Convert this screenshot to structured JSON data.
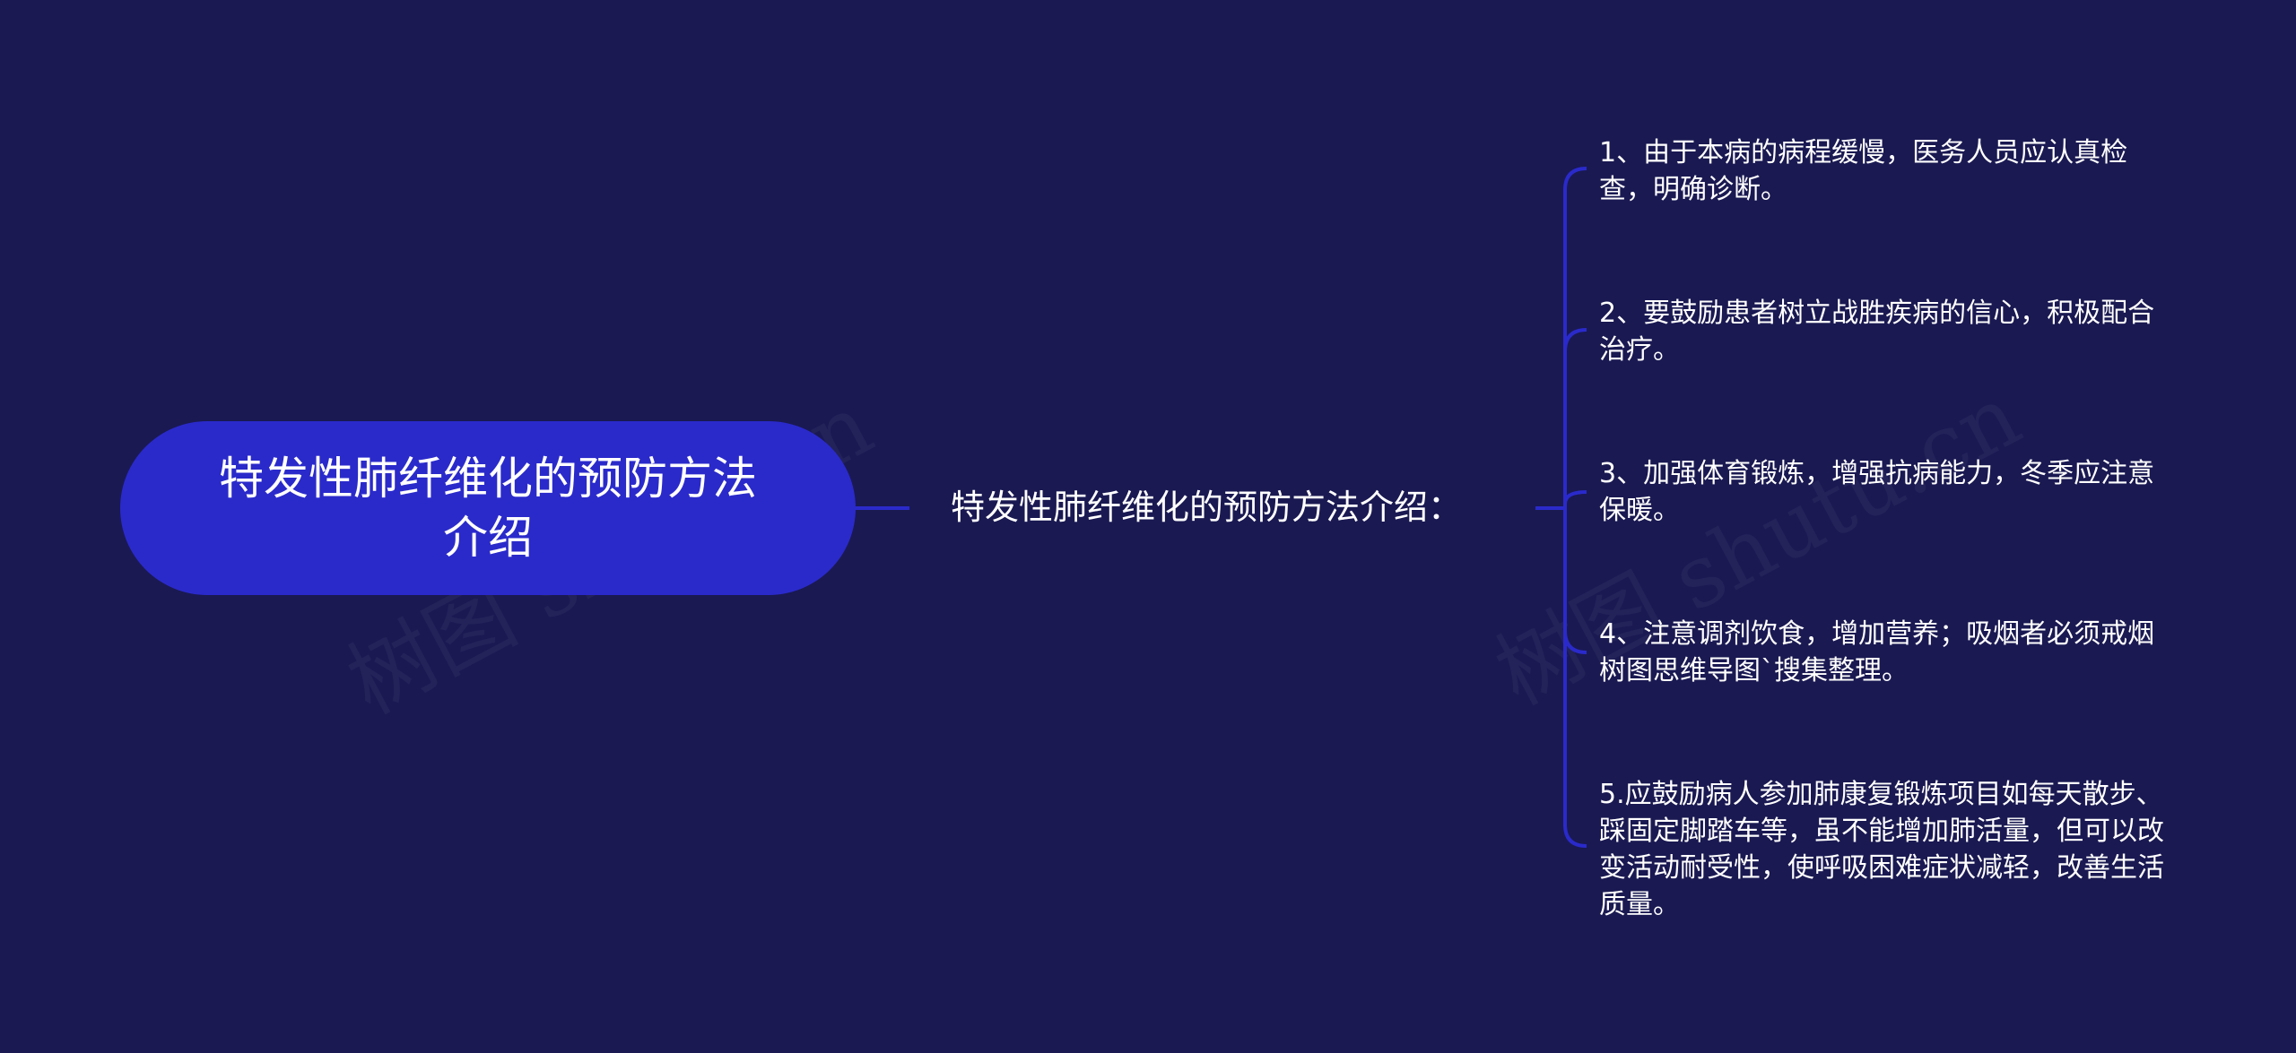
{
  "diagram": {
    "type": "mind-map",
    "colors": {
      "background": "#1a1952",
      "root_fill": "#2a2acb",
      "connector": "#2a2acb",
      "text": "#ffffff"
    },
    "root": {
      "label": "特发性肺纤维化的预防方法介绍"
    },
    "branch": {
      "label": "特发性肺纤维化的预防方法介绍："
    },
    "leaves": [
      {
        "label": "1、由于本病的病程缓慢，医务人员应认真检查，明确诊断。"
      },
      {
        "label": "2、要鼓励患者树立战胜疾病的信心，积极配合治疗。"
      },
      {
        "label": "3、加强体育锻炼，增强抗病能力，冬季应注意保暖。"
      },
      {
        "label": "4、注意调剂饮食，增加营养；吸烟者必须戒烟树图思维导图`搜集整理。"
      },
      {
        "label": "5.应鼓励病人参加肺康复锻炼项目如每天散步、踩固定脚踏车等，虽不能增加肺活量，但可以改变活动耐受性，使呼吸困难症状减轻，改善生活质量。"
      }
    ]
  },
  "watermark": {
    "text": "树图 shutu.cn"
  }
}
